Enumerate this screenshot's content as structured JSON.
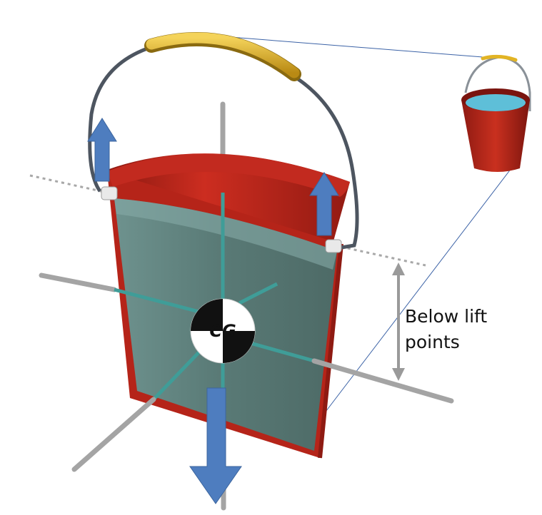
{
  "diagram": {
    "center_label": "CG",
    "callout": [
      "Below lift",
      "points"
    ]
  },
  "colors": {
    "bucket_red": "#c22a1f",
    "bucket_dark_red": "#8e1a12",
    "water": "#5e7f7b",
    "water_light": "#80a5a1",
    "force_arrow": "#4e7dbf",
    "handle_grip": "#e2b424",
    "handle_wire": "#4d5560",
    "axis_rod": "#a8a8a8",
    "dimension_arrow": "#9a9a9a",
    "thumbnail_water": "#5ebfd8",
    "connector_line": "#3b62a6"
  },
  "icons": {
    "lift_force": "arrow-up",
    "weight_force": "arrow-down",
    "center_of_gravity": "cg-ball"
  }
}
